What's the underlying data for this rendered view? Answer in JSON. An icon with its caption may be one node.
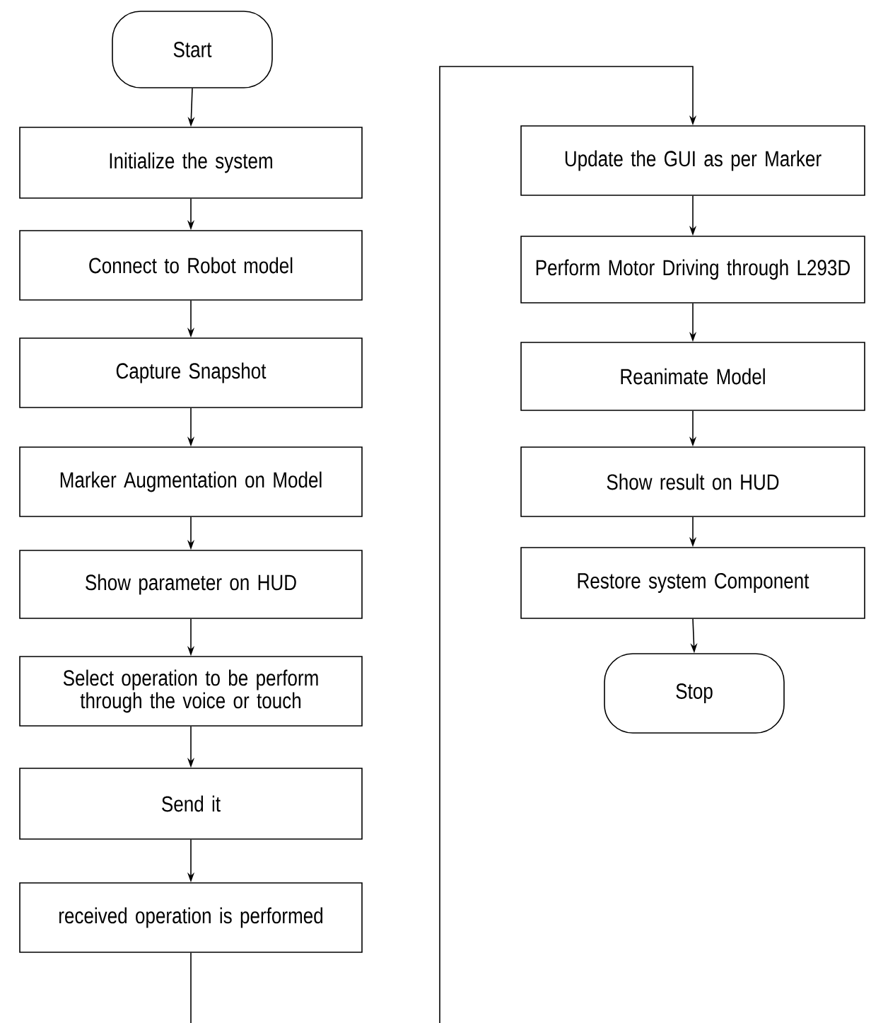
{
  "diagram": {
    "nodes": [
      {
        "text": [
          "Start"
        ]
      },
      {
        "text": [
          "Initialize the system"
        ]
      },
      {
        "text": [
          "Connect to Robot model"
        ]
      },
      {
        "text": [
          "Capture Snapshot"
        ]
      },
      {
        "text": [
          "Marker Augmentation on Model"
        ]
      },
      {
        "text": [
          "Show parameter on HUD"
        ]
      },
      {
        "text": [
          "Select operation to be perform through the voice or touch"
        ]
      },
      {
        "text": [
          "Send it"
        ]
      },
      {
        "text": [
          "received operation is performed"
        ]
      },
      {
        "text": [
          "Update the GUI as per Marker"
        ]
      },
      {
        "text": [
          "Perform Motor Driving through L293D"
        ]
      },
      {
        "text": [
          "Reanimate Model"
        ]
      },
      {
        "text": [
          "Show result on HUD"
        ]
      },
      {
        "text": [
          "Restore system Component"
        ]
      },
      {
        "text": [
          "Stop"
        ]
      }
    ],
    "edges": [
      {
        "from": 0,
        "to": 1,
        "arrow": "to"
      },
      {
        "from": 1,
        "to": 2,
        "arrow": "to"
      },
      {
        "from": 2,
        "to": 3,
        "arrow": "to"
      },
      {
        "from": 3,
        "to": 4,
        "arrow": "to"
      },
      {
        "from": 4,
        "to": 5,
        "arrow": "to"
      },
      {
        "from": 5,
        "to": 6,
        "arrow": "to"
      },
      {
        "from": 6,
        "to": 7,
        "arrow": "to"
      },
      {
        "from": 7,
        "to": 8,
        "arrow": "to"
      },
      {
        "from": 8,
        "to": null,
        "arrow": "none"
      },
      {
        "from": null,
        "to": 9,
        "arrow": "to"
      },
      {
        "from": 9,
        "to": 10,
        "arrow": "to"
      },
      {
        "from": 10,
        "to": 11,
        "arrow": "to"
      },
      {
        "from": 11,
        "to": 12,
        "arrow": "to"
      },
      {
        "from": 12,
        "to": 13,
        "arrow": "to"
      },
      {
        "from": 13,
        "to": 14,
        "arrow": "to"
      }
    ]
  }
}
